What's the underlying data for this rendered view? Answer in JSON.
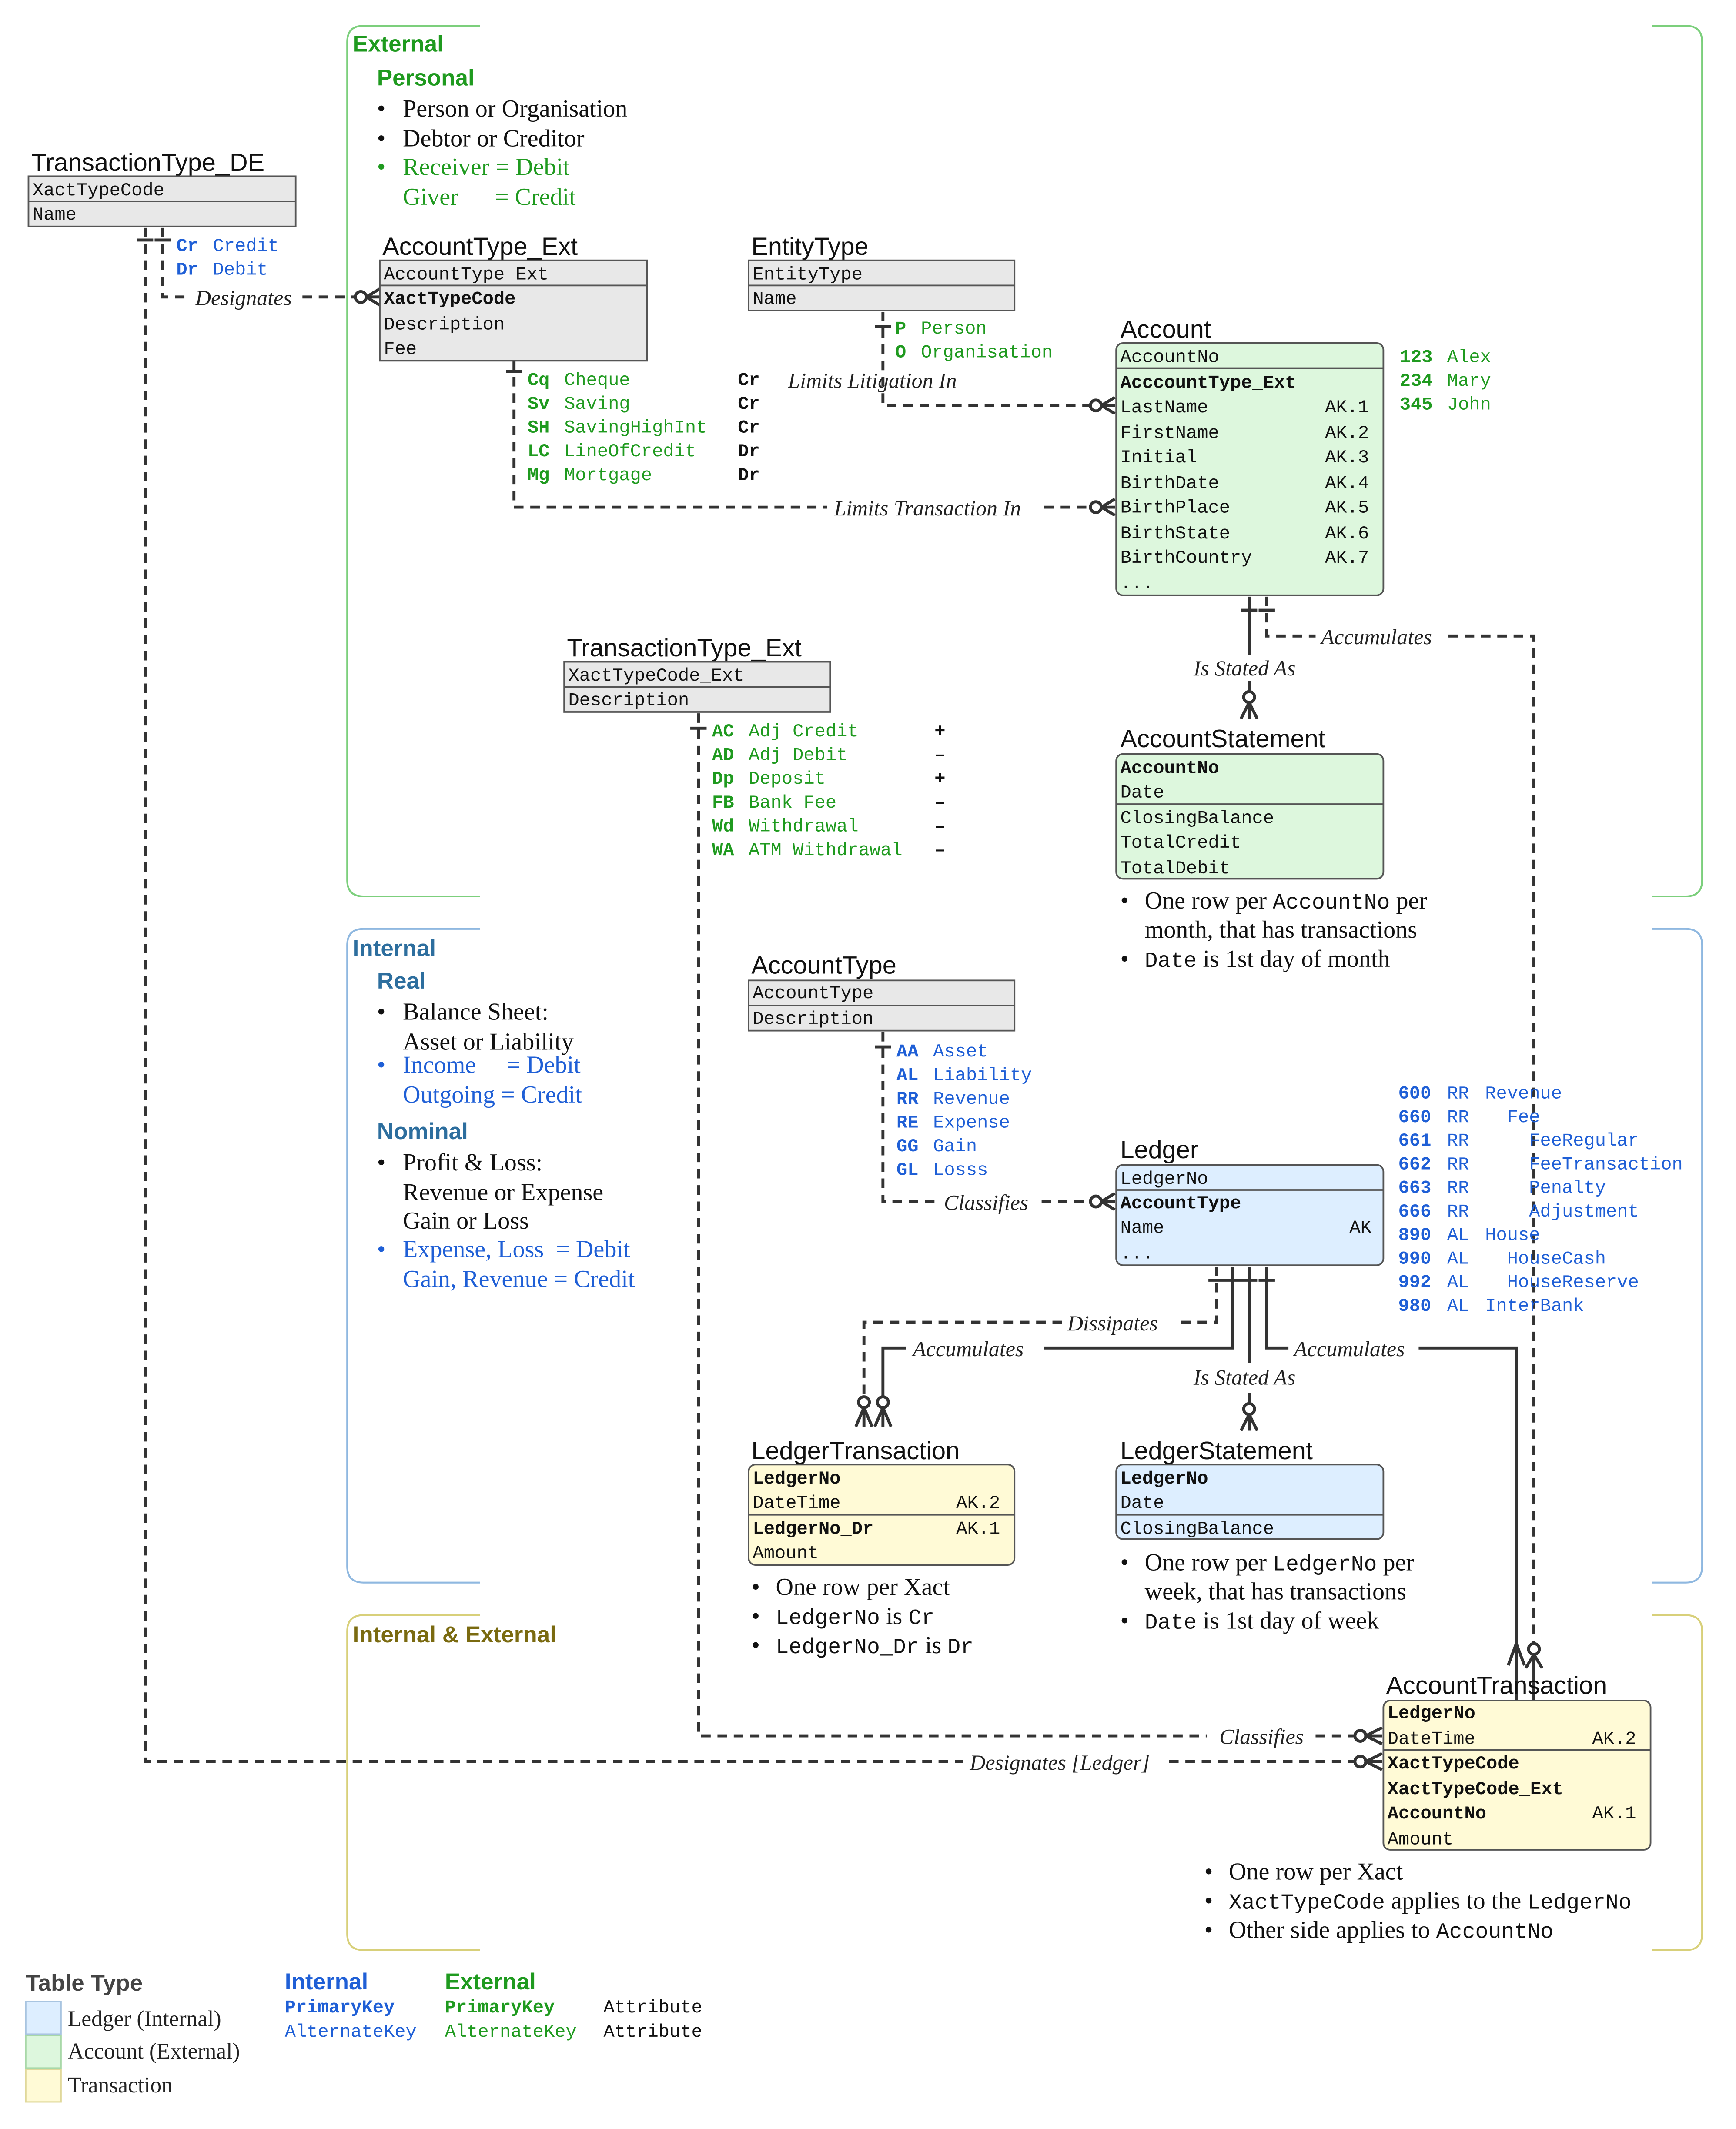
{
  "colors": {
    "internal": "#1f5fd6",
    "external": "#1f9a1f",
    "internal_heading": "#2d6e9e",
    "ie_heading": "#7a6a10",
    "ledger_fill": "#ddeeff",
    "account_fill": "#ddf7dd",
    "transaction_fill": "#fffad6",
    "lookup_fill": "#e8e8e8",
    "line": "#333333"
  },
  "regions": {
    "external": {
      "title": "External",
      "personal_title": "Personal",
      "bullets": [
        "Person or Organisation",
        "Debtor or Creditor"
      ],
      "green_line1": "Receiver = Debit",
      "green_line2": "Giver      = Credit"
    },
    "internal": {
      "title": "Internal",
      "real_title": "Real",
      "real_b1_l1": "Balance Sheet:",
      "real_b1_l2": "Asset or Liability",
      "real_b2_l1": "Income     = Debit",
      "real_b2_l2": "Outgoing = Credit",
      "nominal_title": "Nominal",
      "nom_b1_l1": "Profit & Loss:",
      "nom_b1_l2": "Revenue or Expense",
      "nom_b1_l3": "Gain or Loss",
      "nom_b2_l1": "Expense, Loss  = Debit",
      "nom_b2_l2": "Gain, Revenue = Credit"
    },
    "internal_external": {
      "title": "Internal & External"
    }
  },
  "tables": {
    "transactiontype_de": {
      "title": "TransactionType_DE",
      "rows": [
        "XactTypeCode",
        "Name"
      ]
    },
    "accounttype_ext": {
      "title": "AccountType_Ext",
      "rows": [
        "AccountType_Ext",
        "XactTypeCode",
        "Description",
        "Fee"
      ]
    },
    "entitytype": {
      "title": "EntityType",
      "rows": [
        "EntityType",
        "Name"
      ]
    },
    "account": {
      "title": "Account",
      "rows": [
        "AccountNo",
        "AcccountType_Ext",
        "LastName",
        "FirstName",
        "Initial",
        "BirthDate",
        "BirthPlace",
        "BirthState",
        "BirthCountry",
        "..."
      ],
      "ak": [
        "AK.1",
        "AK.2",
        "AK.3",
        "AK.4",
        "AK.5",
        "AK.6",
        "AK.7"
      ]
    },
    "transactiontype_ext": {
      "title": "TransactionType_Ext",
      "rows": [
        "XactTypeCode_Ext",
        "Description"
      ]
    },
    "accountstatement": {
      "title": "AccountStatement",
      "rows": [
        "AccountNo",
        "Date",
        "ClosingBalance",
        "TotalCredit",
        "TotalDebit"
      ]
    },
    "accounttype": {
      "title": "AccountType",
      "rows": [
        "AccountType",
        "Description"
      ]
    },
    "ledger": {
      "title": "Ledger",
      "rows": [
        "LedgerNo",
        "AccountType",
        "Name",
        "..."
      ],
      "ak": "AK"
    },
    "ledgertransaction": {
      "title": "LedgerTransaction",
      "rows": [
        "LedgerNo",
        "DateTime",
        "LedgerNo_Dr",
        "Amount"
      ],
      "ak": [
        "AK.2",
        "AK.1"
      ]
    },
    "ledgerstatement": {
      "title": "LedgerStatement",
      "rows": [
        "LedgerNo",
        "Date",
        "ClosingBalance"
      ]
    },
    "accounttransaction": {
      "title": "AccountTransaction",
      "rows": [
        "LedgerNo",
        "DateTime",
        "XactTypeCode",
        "XactTypeCode_Ext",
        "AccountNo",
        "Amount"
      ],
      "ak": [
        "AK.2",
        "AK.1"
      ]
    }
  },
  "values": {
    "xacttype_de": [
      [
        "Cr",
        "Credit"
      ],
      [
        "Dr",
        "Debit"
      ]
    ],
    "entitytype": [
      [
        "P",
        "Person"
      ],
      [
        "O",
        "Organisation"
      ]
    ],
    "accounts": [
      [
        "123",
        "Alex"
      ],
      [
        "234",
        "Mary"
      ],
      [
        "345",
        "John"
      ]
    ],
    "accounttype_ext": [
      [
        "Cq",
        "Cheque",
        "Cr"
      ],
      [
        "Sv",
        "Saving",
        "Cr"
      ],
      [
        "SH",
        "SavingHighInt",
        "Cr"
      ],
      [
        "LC",
        "LineOfCredit",
        "Dr"
      ],
      [
        "Mg",
        "Mortgage",
        "Dr"
      ]
    ],
    "transactiontype_ext": [
      [
        "AC",
        "Adj Credit",
        "+"
      ],
      [
        "AD",
        "Adj Debit",
        "–"
      ],
      [
        "Dp",
        "Deposit",
        "+"
      ],
      [
        "FB",
        "Bank Fee",
        "–"
      ],
      [
        "Wd",
        "Withdrawal",
        "–"
      ],
      [
        "WA",
        "ATM Withdrawal",
        "–"
      ]
    ],
    "accounttype": [
      [
        "AA",
        "Asset"
      ],
      [
        "AL",
        "Liability"
      ],
      [
        "RR",
        "Revenue"
      ],
      [
        "RE",
        "Expense"
      ],
      [
        "GG",
        "Gain"
      ],
      [
        "GL",
        "Losss"
      ]
    ],
    "ledgers": [
      [
        "600",
        "RR",
        "Revenue"
      ],
      [
        "660",
        "RR",
        "  Fee"
      ],
      [
        "661",
        "RR",
        "    FeeRegular"
      ],
      [
        "662",
        "RR",
        "    FeeTransaction"
      ],
      [
        "663",
        "RR",
        "    Penalty"
      ],
      [
        "666",
        "RR",
        "    Adjustment"
      ],
      [
        "890",
        "AL",
        "House"
      ],
      [
        "990",
        "AL",
        "  HouseCash"
      ],
      [
        "992",
        "AL",
        "  HouseReserve"
      ],
      [
        "980",
        "AL",
        "InterBank"
      ]
    ]
  },
  "relationships": {
    "designates": "Designates",
    "limits_litigation": "Limits Litigation In",
    "limits_transaction": "Limits Transaction In",
    "accumulates": "Accumulates",
    "is_stated_as": "Is Stated As",
    "classifies": "Classifies",
    "dissipates": "Dissipates",
    "designates_ledger": "Designates [Ledger]"
  },
  "notes": {
    "accountstatement": [
      {
        "a": "One row per ",
        "c": "AccountNo",
        "b": " per"
      },
      {
        "a": "month, that has transactions"
      },
      {
        "c": "Date",
        "b": " is 1st day of month"
      }
    ],
    "ledgertransaction": [
      {
        "a": "One row per Xact"
      },
      {
        "c": "LedgerNo",
        "b": " is ",
        "c2": "Cr"
      },
      {
        "c": "LedgerNo_Dr",
        "b": " is ",
        "c2": "Dr"
      }
    ],
    "ledgerstatement": [
      {
        "a": "One row per ",
        "c": "LedgerNo",
        "b": " per"
      },
      {
        "a": "week, that has transactions"
      },
      {
        "c": "Date",
        "b": " is 1st day of week"
      }
    ],
    "accounttransaction": [
      {
        "a": "One row per Xact"
      },
      {
        "c": "XactTypeCode",
        "b": " applies to the ",
        "c2": "LedgerNo"
      },
      {
        "a": "Other side applies to ",
        "c": "AccountNo"
      }
    ]
  },
  "legend": {
    "title": "Table Type",
    "swatches": [
      "Ledger (Internal)",
      "Account (External)",
      "Transaction"
    ],
    "internal_title": "Internal",
    "external_title": "External",
    "primary_key": "PrimaryKey",
    "alternate_key": "AlternateKey",
    "attribute": "Attribute"
  }
}
